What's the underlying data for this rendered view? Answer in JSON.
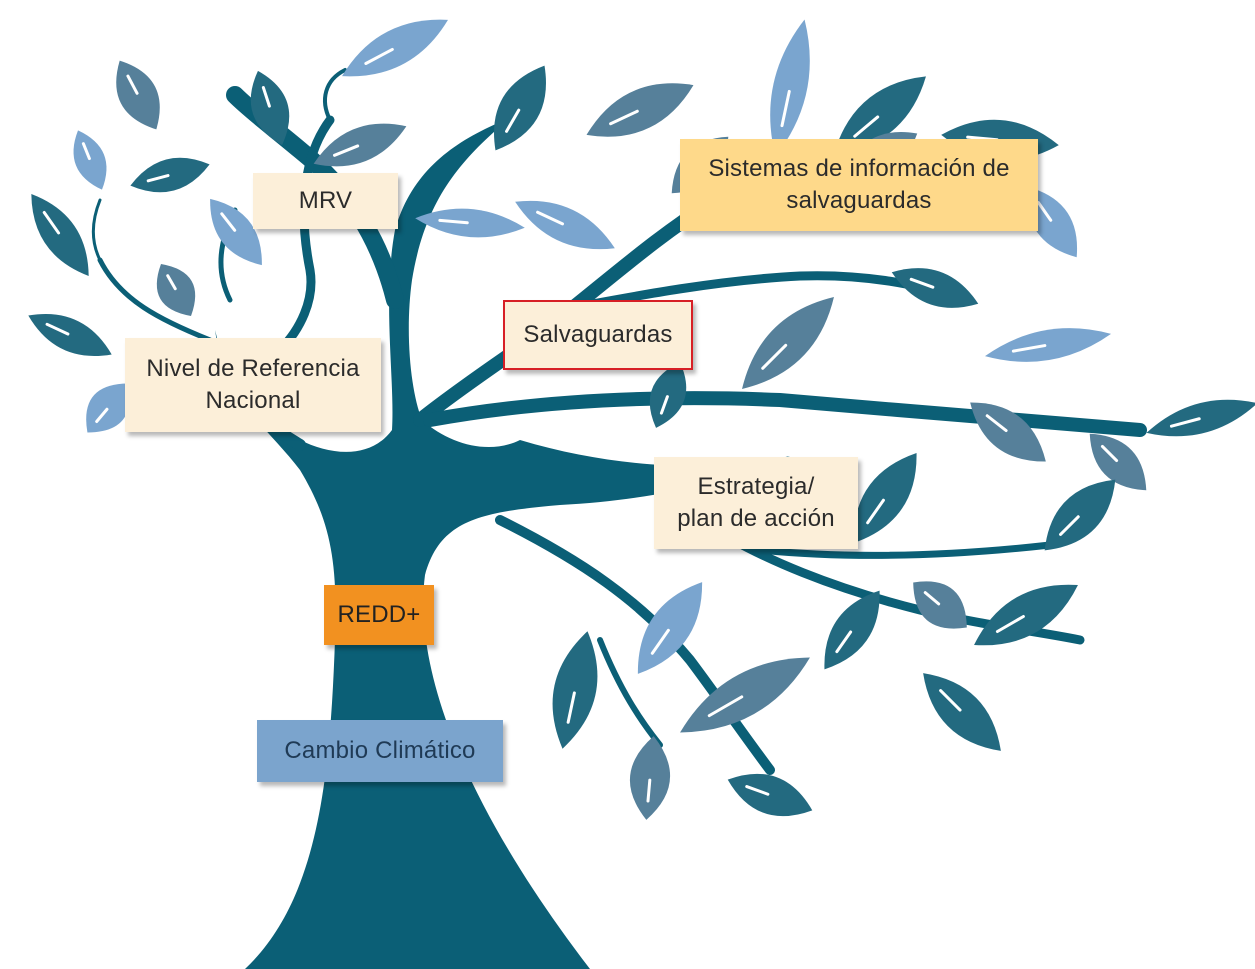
{
  "labels": {
    "mrv": "MRV",
    "sistemas": "Sistemas de información de\nsalvaguardas",
    "salvaguardas": "Salvaguardas",
    "nivel": "Nivel de Referencia\nNacional",
    "estrategia": "Estrategia/\nplan de acción",
    "redd": "REDD+",
    "cambio": "Cambio Climático"
  },
  "colors": {
    "trunk": "#0b5f76",
    "leaf_dark": "#236a80",
    "leaf_mid": "#56809a",
    "leaf_light": "#7aa5cf",
    "label_cream": "#fcefd9",
    "label_yellow": "#fed98a",
    "label_orange": "#f29120",
    "label_blue": "#7ba4cd",
    "highlight_border": "#d71f26"
  }
}
